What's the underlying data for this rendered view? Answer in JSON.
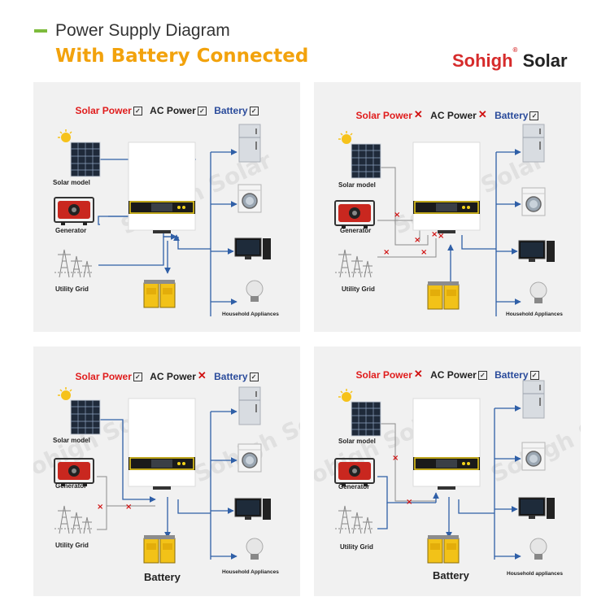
{
  "header": {
    "title": "Power Supply Diagram",
    "subtitle": "With Battery Connected"
  },
  "brand": {
    "name_red": "Sohigh",
    "name_dark": " Solar",
    "reg_mark": "®"
  },
  "colors": {
    "accent_bar": "#7dbb3c",
    "subtitle": "#f2a20c",
    "flow_line": "#2f5fa7",
    "x_mark": "#d01111"
  },
  "legend": {
    "solar_label": "Solar Power",
    "ac_label": "AC Power",
    "battery_label": "Battery",
    "ok_mark": "✓",
    "x_mark": "✕"
  },
  "labels": {
    "solar": "Solar model",
    "generator": "Generator",
    "grid": "Utility Grid",
    "appliances": "Household Appliances",
    "appliances_alt": "Household appliances",
    "battery_caption": "Battery",
    "watermark": "Sohigh Solar"
  },
  "panels": [
    {
      "id": "p1",
      "solar": "ok",
      "ac": "ok",
      "battery": "ok"
    },
    {
      "id": "p2",
      "solar": "x",
      "ac": "x",
      "battery": "ok"
    },
    {
      "id": "p3",
      "solar": "ok",
      "ac": "x",
      "battery": "ok"
    },
    {
      "id": "p4",
      "solar": "x",
      "ac": "ok",
      "battery": "ok"
    }
  ]
}
